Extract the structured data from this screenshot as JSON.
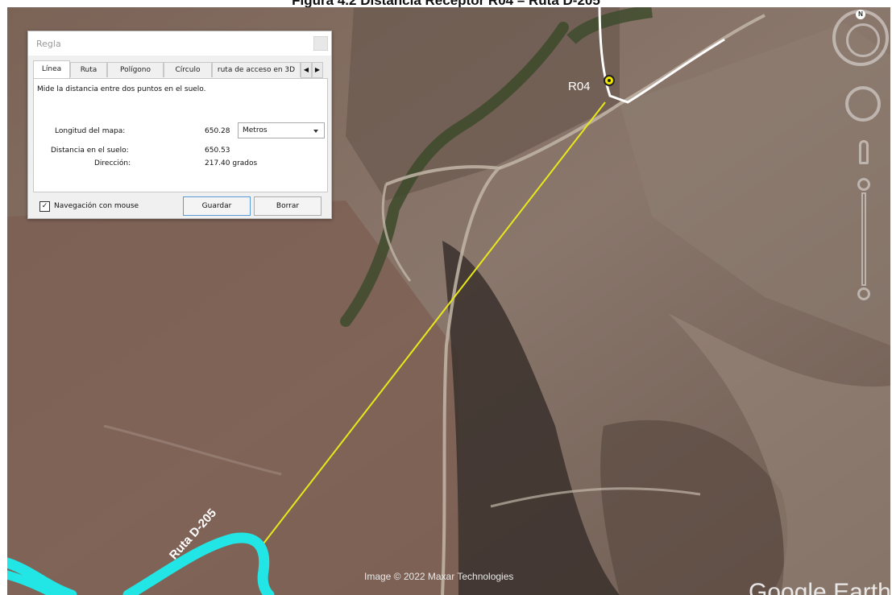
{
  "figure_title": "Figura 4.2 Distancia Receptor R04 – Ruta D-205",
  "ruler_dialog": {
    "title": "Regla",
    "tabs": [
      {
        "label": "Línea",
        "active": true
      },
      {
        "label": "Ruta",
        "active": false
      },
      {
        "label": "Polígono",
        "active": false
      },
      {
        "label": "Círculo",
        "active": false
      },
      {
        "label": "ruta de acceso en 3D",
        "active": false
      }
    ],
    "description": "Mide la distancia entre dos puntos en el suelo.",
    "map_length_label": "Longitud del mapa:",
    "map_length_value": "650.28",
    "units_selected": "Metros",
    "ground_distance_label": "Distancia en el suelo:",
    "ground_distance_value": "650.53",
    "heading_label": "Dirección:",
    "heading_value": "217.40 grados",
    "mouse_nav_label": "Navegación con mouse",
    "mouse_nav_checked": true,
    "save_label": "Guardar",
    "clear_label": "Borrar"
  },
  "map": {
    "receptor_label": "R04",
    "route_label": "Ruta D-205",
    "attribution": "Image © 2022 Maxar Technologies",
    "brand_watermark": "Google Earth",
    "compass_label": "N",
    "colors": {
      "measure_line": "#e8e81a",
      "route_line": "#22e6e6",
      "access_road": "#ffffff",
      "marker": "#f2e600"
    }
  }
}
